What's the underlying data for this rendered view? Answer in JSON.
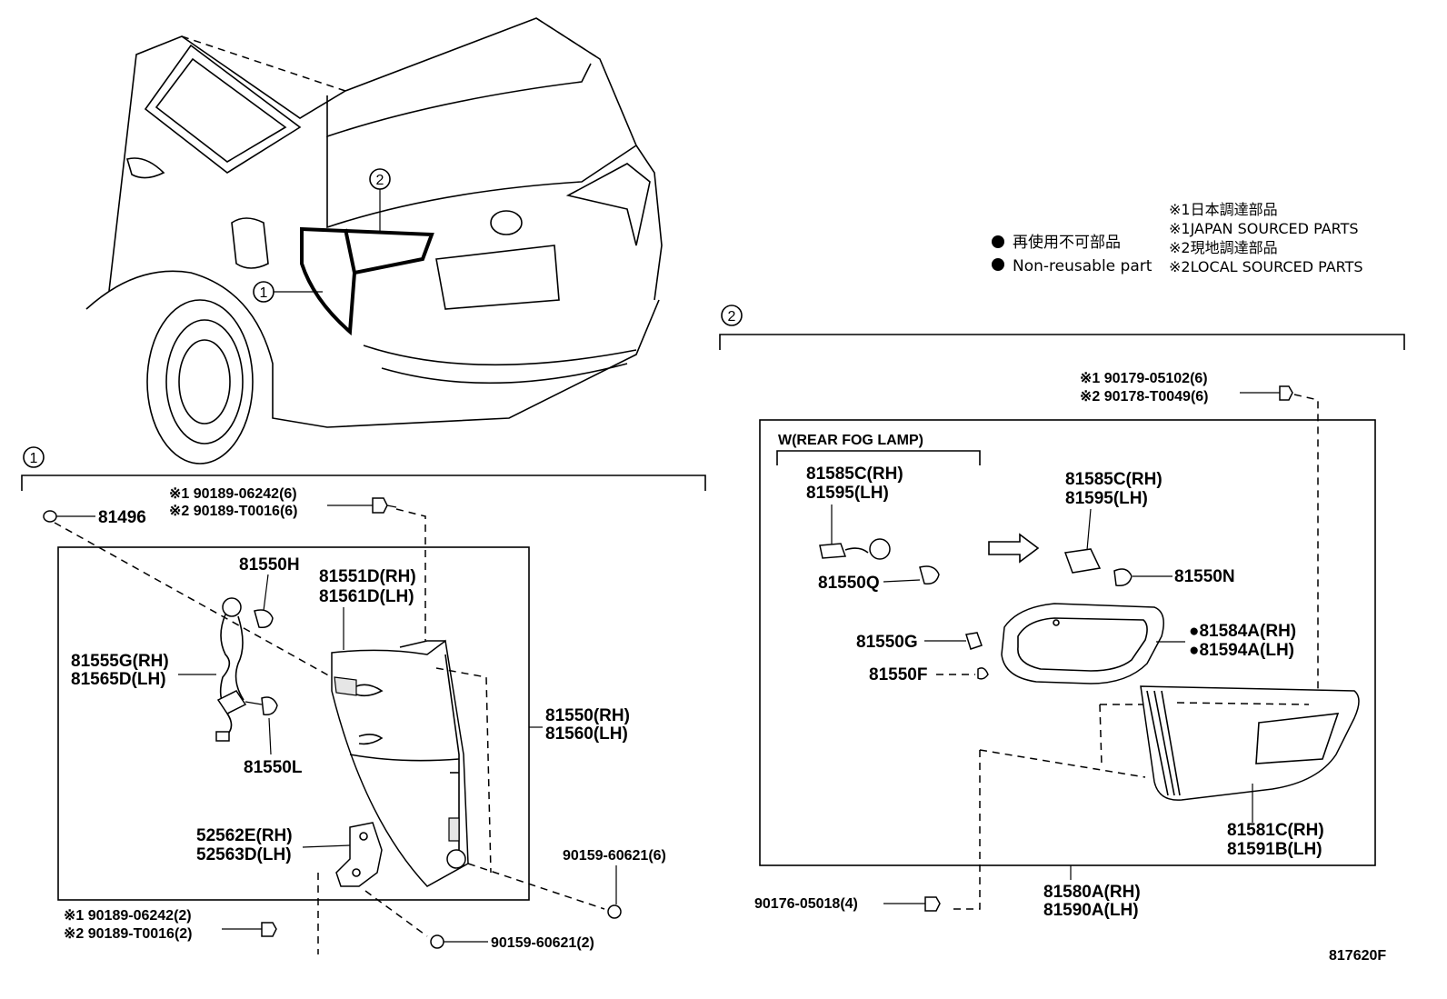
{
  "legend": {
    "non_reusable_jp": "再使用不可部品",
    "non_reusable_en": "Non-reusable part",
    "note1_jp": "※1日本調達部品",
    "note1_en": "※1JAPAN SOURCED PARTS",
    "note2_jp": "※2現地調達部品",
    "note2_en": "※2LOCAL SOURCED PARTS"
  },
  "callouts": {
    "one": "1",
    "two": "2"
  },
  "section1": {
    "p81496": "81496",
    "top_screw_1": "※1 90189-06242(6)",
    "top_screw_2": "※2 90189-T0016(6)",
    "p81550H": "81550H",
    "p81551D": "81551D(RH)",
    "p81561D": "81561D(LH)",
    "p81555G": "81555G(RH)",
    "p81565D": "81565D(LH)",
    "p81550RH": "81550(RH)",
    "p81560LH": "81560(LH)",
    "p81550L": "81550L",
    "p52562E": "52562E(RH)",
    "p52563D": "52563D(LH)",
    "p90159_6": "90159-60621(6)",
    "bot_screw_1": "※1 90189-06242(2)",
    "bot_screw_2": "※2 90189-T0016(2)",
    "p90159_2": "90159-60621(2)"
  },
  "section2": {
    "top_screw_1": "※1 90179-05102(6)",
    "top_screw_2": "※2 90178-T0049(6)",
    "fog_title": "W(REAR FOG LAMP)",
    "fog_81585C": "81585C(RH)",
    "fog_81595": "81595(LH)",
    "fog_81550Q": "81550Q",
    "p81585C": "81585C(RH)",
    "p81595": "81595(LH)",
    "p81550N": "81550N",
    "p81550G": "81550G",
    "p81550F": "81550F",
    "p81584A": "●81584A(RH)",
    "p81594A": "●81594A(LH)",
    "p81581C": "81581C(RH)",
    "p81591B": "81591B(LH)",
    "p90176": "90176-05018(4)",
    "p81580A": "81580A(RH)",
    "p81590A": "81590A(LH)"
  },
  "figure_code": "817620F"
}
